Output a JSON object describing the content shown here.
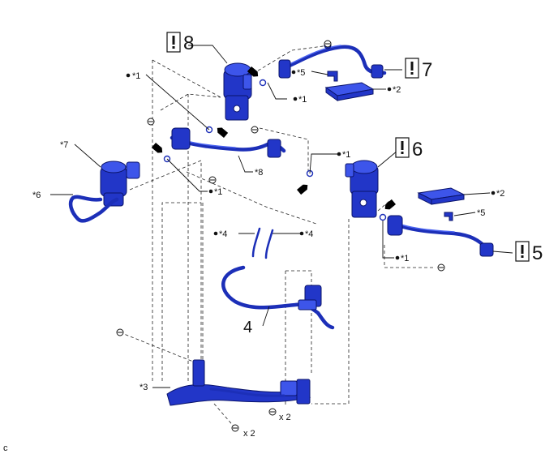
{
  "labels": {
    "l8": "8",
    "l7": "7",
    "l6": "6",
    "l5": "5",
    "l4": "4",
    "s1": "*1",
    "s2": "*2",
    "s3": "*3",
    "s4": "*4",
    "s5": "*5",
    "s6": "*6",
    "s7": "*7",
    "s8": "*8",
    "x2": "x 2",
    "corner": "c"
  },
  "colors": {
    "part": "#2236c8",
    "part_dark": "#0b146a",
    "highlight": "#4a63f0"
  },
  "icons": {
    "caution": "caution-box-icon",
    "arrow": "direction-arrow-icon",
    "bolt": "bolt-icon",
    "bullet": "bullet-dot-icon"
  }
}
